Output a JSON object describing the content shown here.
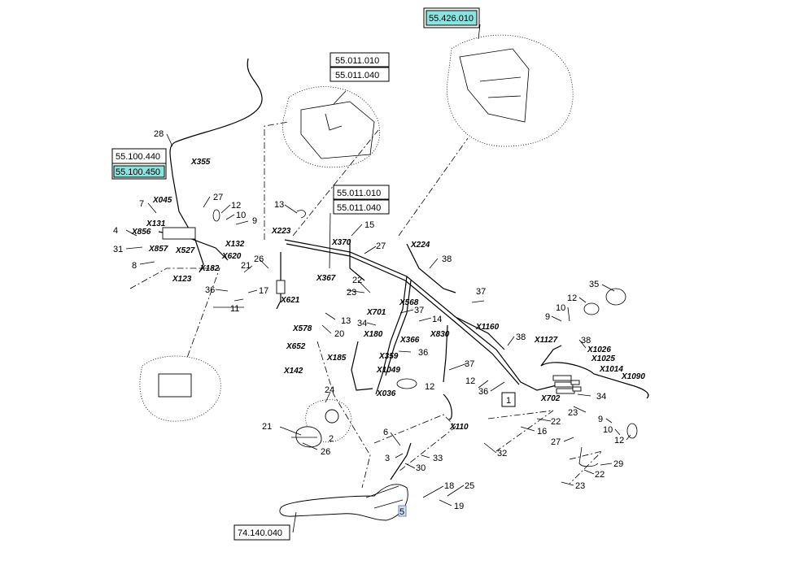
{
  "refs": {
    "r1": "55.426.010",
    "r2": "55.011.010",
    "r3": "55.011.040",
    "r4": "55.100.440",
    "r5": "55.100.450",
    "r6": "55.011.010",
    "r7": "55.011.040",
    "r8": "74.140.040",
    "r9": "5",
    "r10": "1"
  },
  "numbers": [
    "28",
    "27",
    "12",
    "10",
    "9",
    "7",
    "4",
    "31",
    "8",
    "26",
    "21",
    "36",
    "17",
    "11",
    "13",
    "15",
    "27",
    "38",
    "22",
    "23",
    "37",
    "34",
    "14",
    "36",
    "20",
    "13",
    "24",
    "21",
    "2",
    "26",
    "6",
    "3",
    "30",
    "33",
    "18",
    "25",
    "19",
    "12",
    "37",
    "38",
    "38",
    "35",
    "12",
    "9",
    "10",
    "23",
    "22",
    "16",
    "27",
    "32",
    "9",
    "10",
    "12",
    "29",
    "22",
    "23",
    "34",
    "36",
    "12",
    "37"
  ],
  "connectors": [
    "X355",
    "X045",
    "X131",
    "X856",
    "X857",
    "X527",
    "X132",
    "X620",
    "X182",
    "X123",
    "X223",
    "X370",
    "X224",
    "X367",
    "X621",
    "X701",
    "X568",
    "X578",
    "X180",
    "X366",
    "X830",
    "X1160",
    "X652",
    "X185",
    "X359",
    "X142",
    "X1049",
    "X036",
    "X110",
    "X1127",
    "X1026",
    "X1025",
    "X1014",
    "X1090",
    "X702"
  ]
}
